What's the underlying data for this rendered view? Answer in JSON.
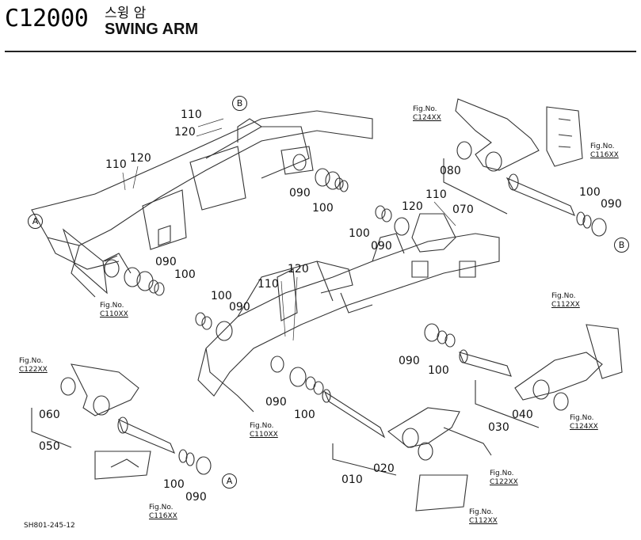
{
  "header": {
    "code": "C12000",
    "title_ko": "스윙 암",
    "title_en": "SWING ARM"
  },
  "part_labels": [
    {
      "id": "110-a",
      "text": "110"
    },
    {
      "id": "120-a",
      "text": "120"
    },
    {
      "id": "110-b",
      "text": "110"
    },
    {
      "id": "120-b",
      "text": "120"
    },
    {
      "id": "090-a",
      "text": "090"
    },
    {
      "id": "100-a",
      "text": "100"
    },
    {
      "id": "090-b",
      "text": "090"
    },
    {
      "id": "100-b",
      "text": "100"
    },
    {
      "id": "080",
      "text": "080"
    },
    {
      "id": "070",
      "text": "070"
    },
    {
      "id": "100-c",
      "text": "100"
    },
    {
      "id": "090-c",
      "text": "090"
    },
    {
      "id": "110-c",
      "text": "110"
    },
    {
      "id": "120-c",
      "text": "120"
    },
    {
      "id": "100-d",
      "text": "100"
    },
    {
      "id": "090-d",
      "text": "090"
    },
    {
      "id": "100-e",
      "text": "100"
    },
    {
      "id": "090-e",
      "text": "090"
    },
    {
      "id": "110-d",
      "text": "110"
    },
    {
      "id": "120-d",
      "text": "120"
    },
    {
      "id": "090-f",
      "text": "090"
    },
    {
      "id": "100-f",
      "text": "100"
    },
    {
      "id": "090-g",
      "text": "090"
    },
    {
      "id": "100-g",
      "text": "100"
    },
    {
      "id": "060",
      "text": "060"
    },
    {
      "id": "050",
      "text": "050"
    },
    {
      "id": "100-h",
      "text": "100"
    },
    {
      "id": "090-h",
      "text": "090"
    },
    {
      "id": "040",
      "text": "040"
    },
    {
      "id": "030",
      "text": "030"
    },
    {
      "id": "020",
      "text": "020"
    },
    {
      "id": "010",
      "text": "010"
    }
  ],
  "fig_refs": [
    {
      "id": "c124-top",
      "prefix": "Fig.No.",
      "code": "C124XX"
    },
    {
      "id": "c116-top",
      "prefix": "Fig.No.",
      "code": "C116XX"
    },
    {
      "id": "c110-left",
      "prefix": "Fig.No.",
      "code": "C110XX"
    },
    {
      "id": "c110-mid",
      "prefix": "Fig.No.",
      "code": "C110XX"
    },
    {
      "id": "c112-right",
      "prefix": "Fig.No.",
      "code": "C112XX"
    },
    {
      "id": "c124-right",
      "prefix": "Fig.No.",
      "code": "C124XX"
    },
    {
      "id": "c122-left",
      "prefix": "Fig.No.",
      "code": "C122XX"
    },
    {
      "id": "c116-bottom",
      "prefix": "Fig.No.",
      "code": "C116XX"
    },
    {
      "id": "c122-bottom",
      "prefix": "Fig.No.",
      "code": "C122XX"
    },
    {
      "id": "c112-bottom",
      "prefix": "Fig.No.",
      "code": "C112XX"
    }
  ],
  "callouts": [
    {
      "id": "B-top",
      "text": "B"
    },
    {
      "id": "A-left",
      "text": "A"
    },
    {
      "id": "B-right",
      "text": "B"
    },
    {
      "id": "A-bottom",
      "text": "A"
    }
  ],
  "footer": {
    "code": "SH801-245-12"
  }
}
